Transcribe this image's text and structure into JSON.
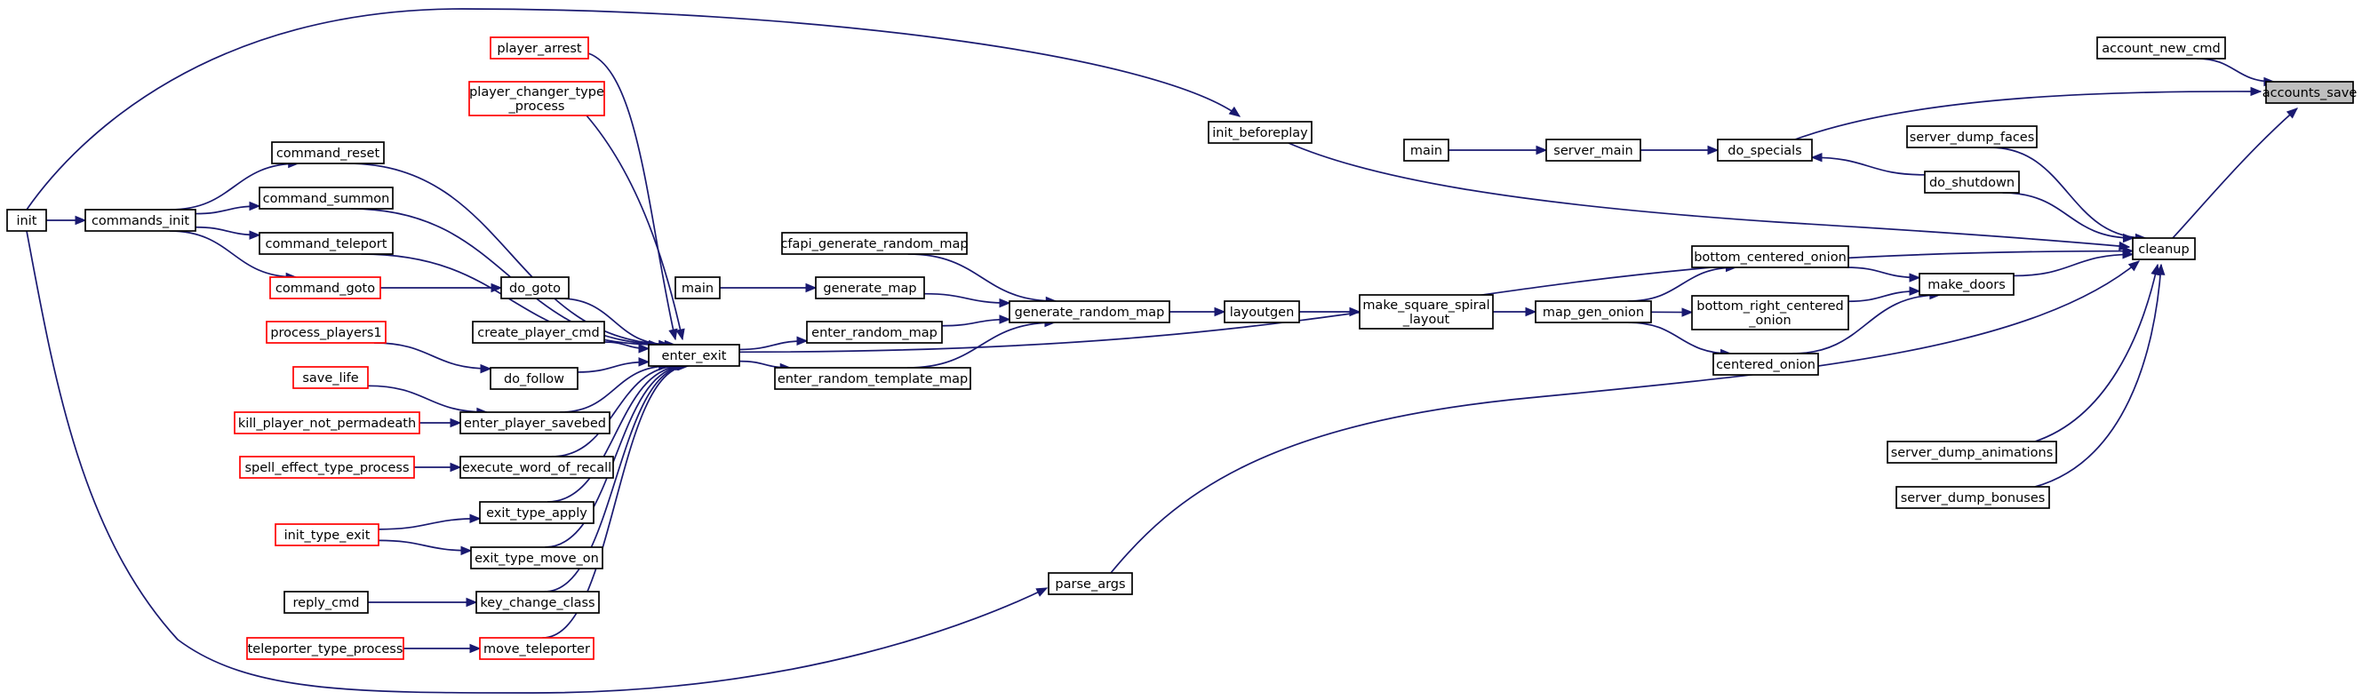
{
  "graph": {
    "root": "accounts_save",
    "nodes": [
      {
        "id": "accounts_save",
        "label": [
          "accounts_save"
        ],
        "style": "root"
      },
      {
        "id": "account_new_cmd",
        "label": [
          "account_new_cmd"
        ],
        "style": "normal"
      },
      {
        "id": "cleanup",
        "label": [
          "cleanup"
        ],
        "style": "normal"
      },
      {
        "id": "do_specials",
        "label": [
          "do_specials"
        ],
        "style": "normal"
      },
      {
        "id": "server_main",
        "label": [
          "server_main"
        ],
        "style": "normal"
      },
      {
        "id": "main_a",
        "label": [
          "main"
        ],
        "style": "normal"
      },
      {
        "id": "server_dump_faces",
        "label": [
          "server_dump_faces"
        ],
        "style": "normal"
      },
      {
        "id": "do_shutdown",
        "label": [
          "do_shutdown"
        ],
        "style": "normal"
      },
      {
        "id": "make_doors",
        "label": [
          "make_doors"
        ],
        "style": "normal"
      },
      {
        "id": "bottom_centered_onion",
        "label": [
          "bottom_centered_onion"
        ],
        "style": "normal"
      },
      {
        "id": "bottom_right_centered_onion",
        "label": [
          "bottom_right_centered",
          "_onion"
        ],
        "style": "normal"
      },
      {
        "id": "centered_onion",
        "label": [
          "centered_onion"
        ],
        "style": "normal"
      },
      {
        "id": "map_gen_onion",
        "label": [
          "map_gen_onion"
        ],
        "style": "normal"
      },
      {
        "id": "make_square_spiral_layout",
        "label": [
          "make_square_spiral",
          "_layout"
        ],
        "style": "normal"
      },
      {
        "id": "layoutgen",
        "label": [
          "layoutgen"
        ],
        "style": "normal"
      },
      {
        "id": "generate_random_map",
        "label": [
          "generate_random_map"
        ],
        "style": "normal"
      },
      {
        "id": "cfapi_generate_random_map",
        "label": [
          "cfapi_generate_random_map"
        ],
        "style": "normal"
      },
      {
        "id": "generate_map",
        "label": [
          "generate_map"
        ],
        "style": "normal"
      },
      {
        "id": "main_b",
        "label": [
          "main"
        ],
        "style": "normal"
      },
      {
        "id": "enter_random_map",
        "label": [
          "enter_random_map"
        ],
        "style": "normal"
      },
      {
        "id": "enter_random_template_map",
        "label": [
          "enter_random_template_map"
        ],
        "style": "normal"
      },
      {
        "id": "enter_exit",
        "label": [
          "enter_exit"
        ],
        "style": "normal"
      },
      {
        "id": "player_arrest",
        "label": [
          "player_arrest"
        ],
        "style": "red"
      },
      {
        "id": "player_changer_type_process",
        "label": [
          "player_changer_type",
          "_process"
        ],
        "style": "red"
      },
      {
        "id": "command_reset",
        "label": [
          "command_reset"
        ],
        "style": "normal"
      },
      {
        "id": "command_summon",
        "label": [
          "command_summon"
        ],
        "style": "normal"
      },
      {
        "id": "command_teleport",
        "label": [
          "command_teleport"
        ],
        "style": "normal"
      },
      {
        "id": "command_goto",
        "label": [
          "command_goto"
        ],
        "style": "red"
      },
      {
        "id": "do_goto",
        "label": [
          "do_goto"
        ],
        "style": "normal"
      },
      {
        "id": "create_player_cmd",
        "label": [
          "create_player_cmd"
        ],
        "style": "normal"
      },
      {
        "id": "do_follow",
        "label": [
          "do_follow"
        ],
        "style": "normal"
      },
      {
        "id": "process_players1",
        "label": [
          "process_players1"
        ],
        "style": "red"
      },
      {
        "id": "save_life",
        "label": [
          "save_life"
        ],
        "style": "red"
      },
      {
        "id": "kill_player_not_permadeath",
        "label": [
          "kill_player_not_permadeath"
        ],
        "style": "red"
      },
      {
        "id": "enter_player_savebed",
        "label": [
          "enter_player_savebed"
        ],
        "style": "normal"
      },
      {
        "id": "spell_effect_type_process",
        "label": [
          "spell_effect_type_process"
        ],
        "style": "red"
      },
      {
        "id": "execute_word_of_recall",
        "label": [
          "execute_word_of_recall"
        ],
        "style": "normal"
      },
      {
        "id": "exit_type_apply",
        "label": [
          "exit_type_apply"
        ],
        "style": "normal"
      },
      {
        "id": "init_type_exit",
        "label": [
          "init_type_exit"
        ],
        "style": "red"
      },
      {
        "id": "exit_type_move_on",
        "label": [
          "exit_type_move_on"
        ],
        "style": "normal"
      },
      {
        "id": "reply_cmd",
        "label": [
          "reply_cmd"
        ],
        "style": "normal"
      },
      {
        "id": "key_change_class",
        "label": [
          "key_change_class"
        ],
        "style": "normal"
      },
      {
        "id": "teleporter_type_process",
        "label": [
          "teleporter_type_process"
        ],
        "style": "red"
      },
      {
        "id": "move_teleporter",
        "label": [
          "move_teleporter"
        ],
        "style": "red"
      },
      {
        "id": "commands_init",
        "label": [
          "commands_init"
        ],
        "style": "normal"
      },
      {
        "id": "init",
        "label": [
          "init"
        ],
        "style": "normal"
      },
      {
        "id": "init_beforeplay",
        "label": [
          "init_beforeplay"
        ],
        "style": "normal"
      },
      {
        "id": "parse_args",
        "label": [
          "parse_args"
        ],
        "style": "normal"
      },
      {
        "id": "server_dump_animations",
        "label": [
          "server_dump_animations"
        ],
        "style": "normal"
      },
      {
        "id": "server_dump_bonuses",
        "label": [
          "server_dump_bonuses"
        ],
        "style": "normal"
      }
    ],
    "edges": [
      [
        "account_new_cmd",
        "accounts_save"
      ],
      [
        "cleanup",
        "accounts_save"
      ],
      [
        "do_specials",
        "accounts_save"
      ],
      [
        "server_main",
        "do_specials"
      ],
      [
        "main_a",
        "server_main"
      ],
      [
        "do_shutdown",
        "do_specials"
      ],
      [
        "server_dump_faces",
        "cleanup"
      ],
      [
        "do_shutdown",
        "cleanup"
      ],
      [
        "make_doors",
        "cleanup"
      ],
      [
        "init_beforeplay",
        "cleanup"
      ],
      [
        "enter_exit",
        "cleanup"
      ],
      [
        "server_dump_animations",
        "cleanup"
      ],
      [
        "server_dump_bonuses",
        "cleanup"
      ],
      [
        "bottom_centered_onion",
        "make_doors"
      ],
      [
        "bottom_right_centered_onion",
        "make_doors"
      ],
      [
        "centered_onion",
        "make_doors"
      ],
      [
        "map_gen_onion",
        "bottom_centered_onion"
      ],
      [
        "map_gen_onion",
        "bottom_right_centered_onion"
      ],
      [
        "map_gen_onion",
        "centered_onion"
      ],
      [
        "make_square_spiral_layout",
        "map_gen_onion"
      ],
      [
        "layoutgen",
        "make_square_spiral_layout"
      ],
      [
        "generate_random_map",
        "layoutgen"
      ],
      [
        "cfapi_generate_random_map",
        "generate_random_map"
      ],
      [
        "generate_map",
        "generate_random_map"
      ],
      [
        "enter_random_map",
        "generate_random_map"
      ],
      [
        "enter_random_template_map",
        "generate_random_map"
      ],
      [
        "main_b",
        "generate_map"
      ],
      [
        "enter_exit",
        "enter_random_map"
      ],
      [
        "enter_exit",
        "enter_random_template_map"
      ],
      [
        "player_arrest",
        "enter_exit"
      ],
      [
        "player_changer_type_process",
        "enter_exit"
      ],
      [
        "command_reset",
        "enter_exit"
      ],
      [
        "command_summon",
        "enter_exit"
      ],
      [
        "command_teleport",
        "enter_exit"
      ],
      [
        "do_goto",
        "enter_exit"
      ],
      [
        "create_player_cmd",
        "enter_exit"
      ],
      [
        "do_follow",
        "enter_exit"
      ],
      [
        "enter_player_savebed",
        "enter_exit"
      ],
      [
        "execute_word_of_recall",
        "enter_exit"
      ],
      [
        "exit_type_apply",
        "enter_exit"
      ],
      [
        "exit_type_move_on",
        "enter_exit"
      ],
      [
        "key_change_class",
        "enter_exit"
      ],
      [
        "move_teleporter",
        "enter_exit"
      ],
      [
        "command_goto",
        "do_goto"
      ],
      [
        "process_players1",
        "do_follow"
      ],
      [
        "save_life",
        "enter_player_savebed"
      ],
      [
        "kill_player_not_permadeath",
        "enter_player_savebed"
      ],
      [
        "spell_effect_type_process",
        "execute_word_of_recall"
      ],
      [
        "init_type_exit",
        "exit_type_apply"
      ],
      [
        "init_type_exit",
        "exit_type_move_on"
      ],
      [
        "reply_cmd",
        "key_change_class"
      ],
      [
        "teleporter_type_process",
        "move_teleporter"
      ],
      [
        "commands_init",
        "command_reset"
      ],
      [
        "commands_init",
        "command_summon"
      ],
      [
        "commands_init",
        "command_teleport"
      ],
      [
        "commands_init",
        "command_goto"
      ],
      [
        "init",
        "commands_init"
      ],
      [
        "init",
        "init_beforeplay"
      ],
      [
        "init",
        "parse_args"
      ],
      [
        "parse_args",
        "cleanup"
      ]
    ]
  }
}
